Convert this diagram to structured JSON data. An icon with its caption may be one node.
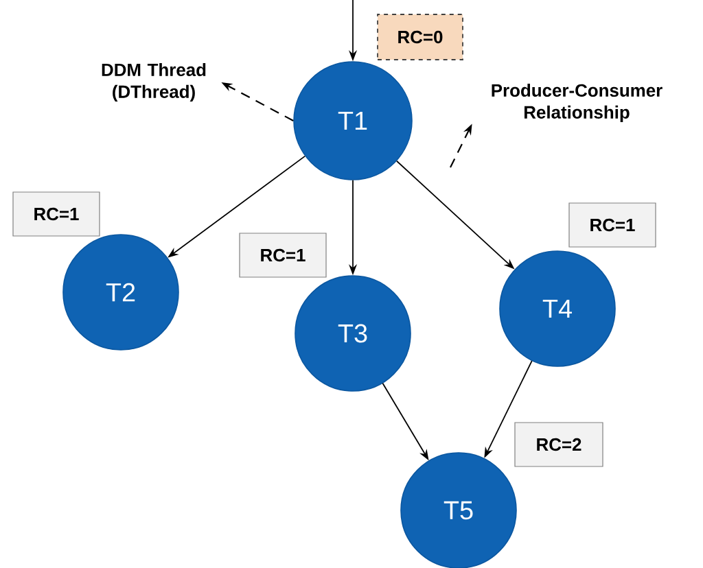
{
  "diagram": {
    "nodes": [
      {
        "text": [
          "RC=0"
        ]
      },
      {
        "text": [
          "DDM Thread (DThread)"
        ]
      },
      {
        "text": [
          "T1"
        ]
      },
      {
        "text": [
          "Producer-Consumer Relationship"
        ]
      },
      {
        "text": [
          "RC=1"
        ]
      },
      {
        "text": [
          "RC=1"
        ]
      },
      {
        "text": [
          "RC=1"
        ]
      },
      {
        "text": [
          "T2"
        ]
      },
      {
        "text": [
          "T3"
        ]
      },
      {
        "text": [
          "T4"
        ]
      },
      {
        "text": [
          "RC=2"
        ]
      },
      {
        "text": [
          "T5"
        ]
      }
    ],
    "edges": [
      {
        "from": null,
        "to": 2,
        "arrow": "to"
      },
      {
        "from": 2,
        "to": 7,
        "arrow": "to"
      },
      {
        "from": 2,
        "to": 8,
        "arrow": "to"
      },
      {
        "from": 2,
        "to": 9,
        "arrow": "to"
      },
      {
        "from": 8,
        "to": 11,
        "arrow": "to"
      },
      {
        "from": 9,
        "to": 11,
        "arrow": "to"
      },
      {
        "from": 2,
        "to": 1,
        "arrow": "to",
        "style": "dashed"
      },
      {
        "from": null,
        "to": 3,
        "arrow": "to",
        "style": "dashed"
      }
    ]
  }
}
